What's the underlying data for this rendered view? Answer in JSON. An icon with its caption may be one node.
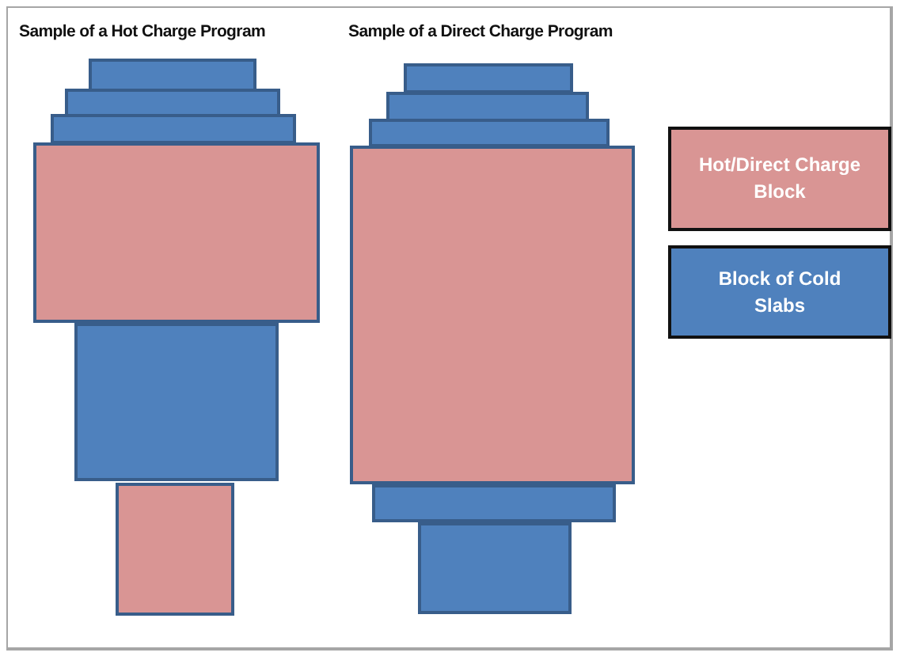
{
  "diagram": {
    "nodes": [
      {
        "text": [],
        "shape": "box"
      },
      {
        "text": [],
        "shape": "box"
      },
      {
        "text": [],
        "shape": "box"
      },
      {
        "text": [],
        "shape": "box"
      },
      {
        "text": [],
        "shape": "box"
      },
      {
        "text": [],
        "shape": "box"
      },
      {
        "text": [],
        "shape": "box"
      },
      {
        "text": [],
        "shape": "box"
      },
      {
        "text": [],
        "shape": "box"
      },
      {
        "text": [],
        "shape": "box"
      },
      {
        "text": [],
        "shape": "box"
      },
      {
        "text": [],
        "shape": "box"
      }
    ],
    "labels": [
      "Sample of a Hot Charge Program",
      "Sample of a Direct Charge Program"
    ],
    "legend": [
      {
        "text": "Hot/Direct Charge Block",
        "color": "#d99594"
      },
      {
        "text": "Block of Cold Slabs",
        "color": "#4f81bd"
      }
    ]
  }
}
